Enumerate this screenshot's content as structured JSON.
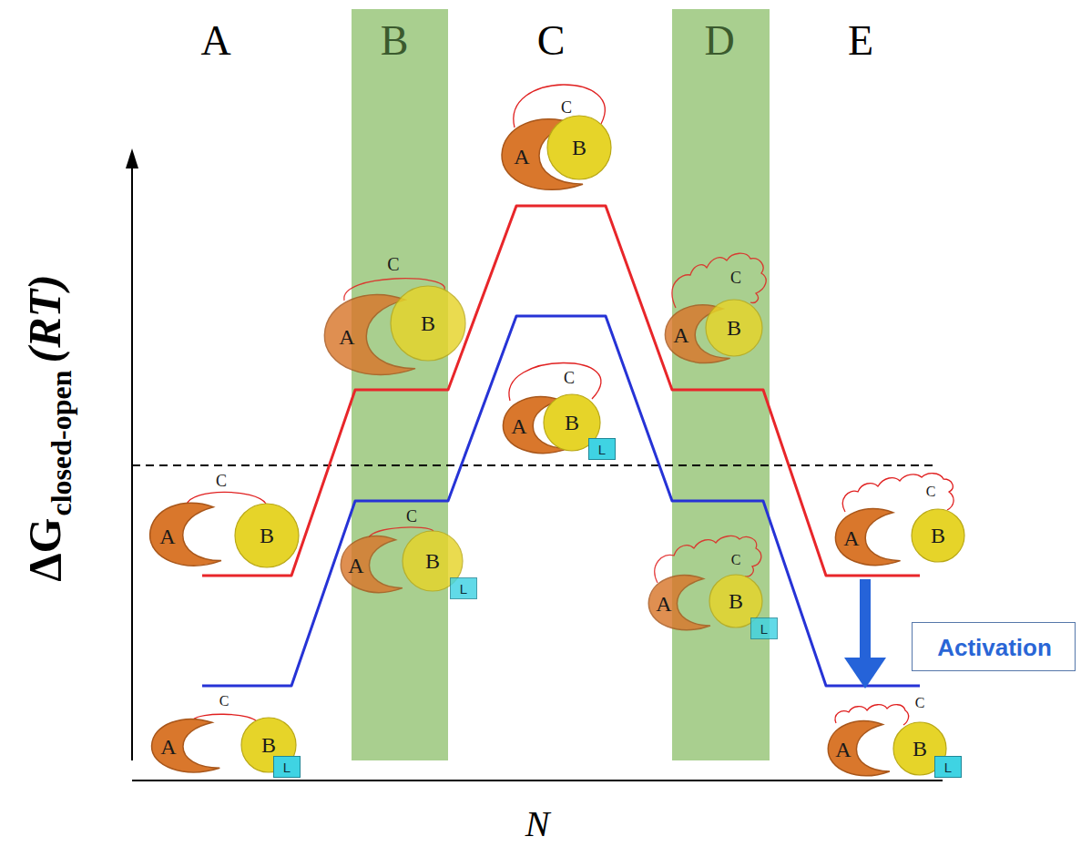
{
  "diagram": {
    "nodes": [
      {
        "text": [
          "A"
        ]
      },
      {
        "text": [
          "B"
        ]
      },
      {
        "text": [
          "A"
        ]
      },
      {
        "text": [
          "B"
        ]
      },
      {
        "text": [
          "L"
        ]
      },
      {
        "text": [
          "A"
        ]
      },
      {
        "text": [
          "B"
        ]
      },
      {
        "text": [
          "A"
        ]
      },
      {
        "text": [
          "B"
        ]
      },
      {
        "text": [
          "L"
        ]
      },
      {
        "text": [
          "A"
        ]
      },
      {
        "text": [
          "B"
        ]
      },
      {
        "text": [
          "A"
        ]
      },
      {
        "text": [
          "B"
        ]
      },
      {
        "text": [
          "L"
        ]
      },
      {
        "text": [
          "A"
        ]
      },
      {
        "text": [
          "B"
        ]
      },
      {
        "text": [
          "A"
        ]
      },
      {
        "text": [
          "B"
        ]
      },
      {
        "text": [
          "L"
        ]
      },
      {
        "text": [
          "A"
        ]
      },
      {
        "text": [
          "B"
        ]
      },
      {
        "text": [
          "Activation"
        ]
      },
      {
        "text": [
          "A"
        ]
      },
      {
        "text": [
          "B"
        ]
      },
      {
        "text": [
          "L"
        ]
      }
    ],
    "labels": [
      "A",
      "B",
      "C",
      "D",
      "E",
      "ΔG",
      "closed-open",
      "(RT)",
      "C",
      "C",
      "C",
      "C",
      "C",
      "C",
      "C",
      "C",
      "C",
      "C",
      "N"
    ]
  }
}
